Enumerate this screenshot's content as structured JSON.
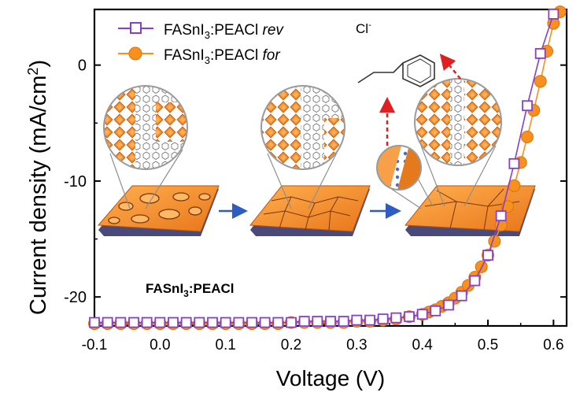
{
  "chart_data": {
    "type": "line",
    "xlabel": "Voltage (V)",
    "ylabel": "Current density (mA/cm",
    "ylabel_sup": "2",
    "ylabel_end": ")",
    "xlim": [
      -0.1,
      0.62
    ],
    "ylim": [
      -22.5,
      4.8
    ],
    "x_ticks": [
      -0.1,
      0.0,
      0.1,
      0.2,
      0.3,
      0.4,
      0.5,
      0.6
    ],
    "x_tick_labels": [
      "-0.1",
      "0.0",
      "0.1",
      "0.2",
      "0.3",
      "0.4",
      "0.5",
      "0.6"
    ],
    "y_ticks": [
      0,
      -10,
      -20
    ],
    "y_tick_labels": [
      "0",
      "-10",
      "-20"
    ],
    "legend_position": "top-left",
    "series": [
      {
        "name_main": "FASnI",
        "name_sub": "3",
        "name_mid": ":PEACl ",
        "name_italic": "rev",
        "marker": "open-square",
        "color": "#8a3fc7",
        "x": [
          -0.1,
          -0.08,
          -0.06,
          -0.04,
          -0.02,
          0.0,
          0.02,
          0.04,
          0.06,
          0.08,
          0.1,
          0.12,
          0.14,
          0.16,
          0.18,
          0.2,
          0.22,
          0.24,
          0.26,
          0.28,
          0.3,
          0.32,
          0.34,
          0.36,
          0.38,
          0.4,
          0.42,
          0.44,
          0.46,
          0.48,
          0.5,
          0.52,
          0.54,
          0.56,
          0.58,
          0.6
        ],
        "y": [
          -22.2,
          -22.2,
          -22.2,
          -22.2,
          -22.2,
          -22.2,
          -22.2,
          -22.2,
          -22.2,
          -22.2,
          -22.2,
          -22.2,
          -22.2,
          -22.2,
          -22.2,
          -22.2,
          -22.1,
          -22.1,
          -22.1,
          -22.1,
          -22.0,
          -22.0,
          -21.9,
          -21.8,
          -21.7,
          -21.5,
          -21.2,
          -20.7,
          -19.9,
          -18.6,
          -16.4,
          -13.0,
          -8.5,
          -3.5,
          1.0,
          4.4
        ]
      },
      {
        "name_main": "FASnI",
        "name_sub": "3",
        "name_mid": ":PEACl ",
        "name_italic": "for",
        "marker": "filled-circle",
        "color": "#f7901e",
        "x": [
          -0.1,
          -0.08,
          -0.06,
          -0.04,
          -0.02,
          0.0,
          0.02,
          0.04,
          0.06,
          0.08,
          0.1,
          0.12,
          0.14,
          0.16,
          0.18,
          0.2,
          0.22,
          0.24,
          0.26,
          0.28,
          0.3,
          0.32,
          0.34,
          0.36,
          0.38,
          0.4,
          0.41,
          0.42,
          0.43,
          0.44,
          0.45,
          0.46,
          0.47,
          0.48,
          0.49,
          0.5,
          0.51,
          0.52,
          0.53,
          0.54,
          0.55,
          0.56,
          0.57,
          0.58,
          0.59,
          0.6,
          0.61
        ],
        "y": [
          -22.3,
          -22.3,
          -22.3,
          -22.3,
          -22.3,
          -22.3,
          -22.3,
          -22.3,
          -22.3,
          -22.3,
          -22.3,
          -22.3,
          -22.3,
          -22.3,
          -22.3,
          -22.2,
          -22.2,
          -22.2,
          -22.2,
          -22.2,
          -22.1,
          -22.1,
          -22.0,
          -21.9,
          -21.7,
          -21.5,
          -21.3,
          -21.1,
          -20.8,
          -20.5,
          -20.1,
          -19.6,
          -19.0,
          -18.3,
          -17.4,
          -16.4,
          -15.2,
          -13.8,
          -12.2,
          -10.4,
          -8.4,
          -6.2,
          -3.9,
          -1.4,
          1.2,
          3.6,
          4.6
        ]
      }
    ]
  },
  "insets": {
    "molecule_label": "Cl",
    "molecule_label_sup": "-",
    "film_label_main": "FASnI",
    "film_label_sub": "3",
    "film_label_end": ":PEACl"
  },
  "colors": {
    "perovskite": "#f28c28",
    "perovskite_dark": "#c25a12",
    "boundary": "#7a3608",
    "substrate": "#5a5a8a",
    "arrow_blue": "#2f5cc0",
    "arrow_red": "#e02020",
    "lens_gray": "#9a9a9a"
  }
}
